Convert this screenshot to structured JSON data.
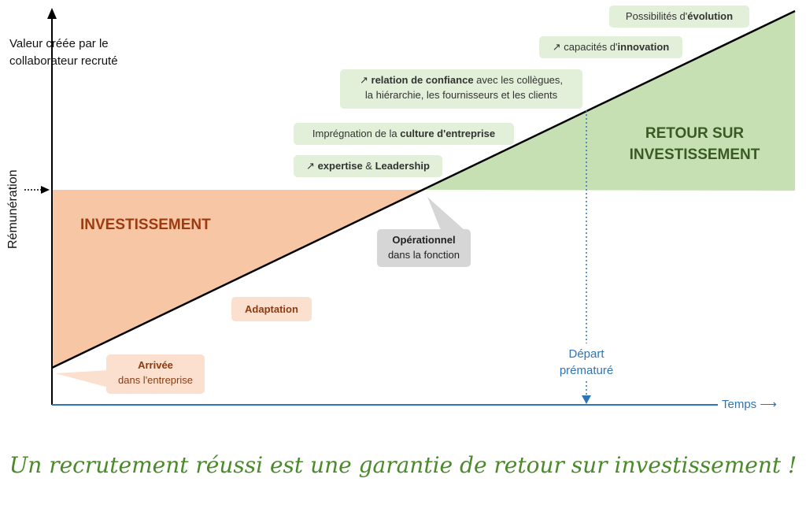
{
  "y_axis": {
    "top_label_line1": "Valeur créée par le",
    "top_label_line2": "collaborateur recruté",
    "side_label": "Rémunération"
  },
  "x_axis": {
    "label": "Temps"
  },
  "regions": {
    "investment": "INVESTISSEMENT",
    "roi_line1": "RETOUR SUR",
    "roi_line2": "INVESTISSEMENT"
  },
  "milestones": {
    "arrival_bold": "Arrivée",
    "arrival_text": "dans l'entreprise",
    "adaptation": "Adaptation",
    "operational_bold": "Opérationnel",
    "operational_text": "dans la fonction",
    "departure_line1": "Départ",
    "departure_line2": "prématuré"
  },
  "tags": {
    "expertise": {
      "arrow": "↗",
      "bold1": "expertise",
      "mid": " & ",
      "bold2": "Leadership"
    },
    "culture": {
      "text": "Imprégnation de la ",
      "bold": "culture d'entreprise"
    },
    "trust": {
      "arrow": "↗",
      "bold": "relation de confiance",
      "text": " avec les collègues,",
      "line2": "la hiérarchie, les fournisseurs et les clients"
    },
    "innovation": {
      "arrow": "↗",
      "text": " capacités d'",
      "bold": "innovation"
    },
    "evolution": {
      "text": "Possibilités d'",
      "bold": "évolution"
    }
  },
  "tagline": "Un recrutement réussi est une garantie de retour sur investissement !",
  "colors": {
    "investment_fill": "#f7c6a4",
    "roi_fill": "#c6e0b4",
    "value_line": "#000000",
    "x_axis": "#2e75b6",
    "departure": "#2e75b6",
    "tagline": "#4a8a2a",
    "investment_text": "#9c3b10",
    "roi_text": "#3a5a24"
  }
}
